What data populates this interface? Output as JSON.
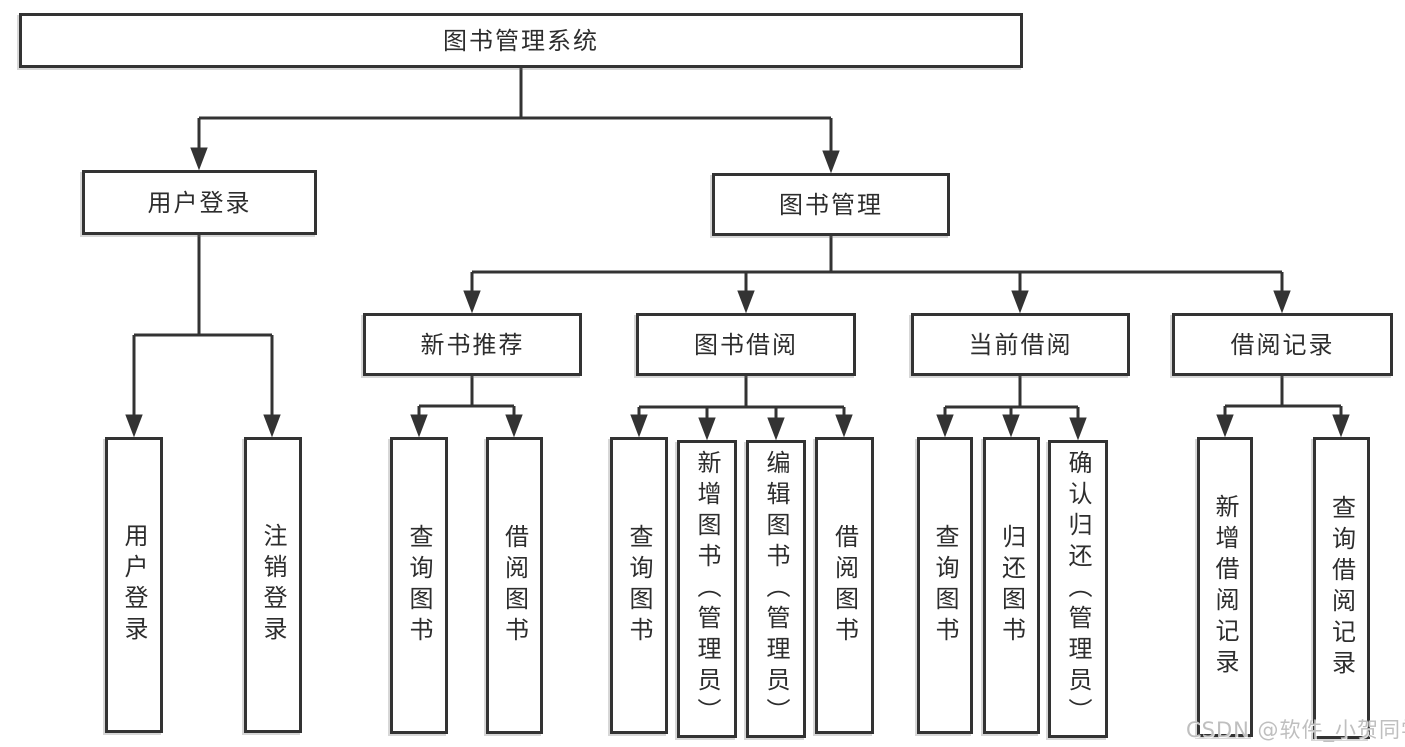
{
  "diagram": {
    "type": "hierarchy-tree",
    "title": "图书管理系统",
    "watermark": {
      "text": "CSDN @软件_小贺同学"
    },
    "colors": {
      "line": "#333333",
      "text": "#2d2d2d",
      "box_background": "#ffffff",
      "page_background": "#ffffff",
      "watermark": "#bfbfbf"
    }
  },
  "nodes": [
    {
      "id": "root",
      "label": "图书管理系统",
      "parent": null
    },
    {
      "id": "user-login",
      "label": "用户登录",
      "parent": "root"
    },
    {
      "id": "book-management",
      "label": "图书管理",
      "parent": "root"
    },
    {
      "id": "login-op",
      "label": "用户登录",
      "parent": "user-login"
    },
    {
      "id": "logout-op",
      "label": "注销登录",
      "parent": "user-login"
    },
    {
      "id": "new-book-recommend",
      "label": "新书推荐",
      "parent": "book-management"
    },
    {
      "id": "book-borrowing",
      "label": "图书借阅",
      "parent": "book-management"
    },
    {
      "id": "current-borrowing",
      "label": "当前借阅",
      "parent": "book-management"
    },
    {
      "id": "borrowing-records",
      "label": "借阅记录",
      "parent": "book-management"
    },
    {
      "id": "nr-query-book",
      "label": "查询图书",
      "parent": "new-book-recommend"
    },
    {
      "id": "nr-borrow-book",
      "label": "借阅图书",
      "parent": "new-book-recommend"
    },
    {
      "id": "bb-query-book",
      "label": "查询图书",
      "parent": "book-borrowing"
    },
    {
      "id": "bb-add-book",
      "label": "新增图书（管理员）",
      "parent": "book-borrowing"
    },
    {
      "id": "bb-edit-book",
      "label": "编辑图书（管理员）",
      "parent": "book-borrowing"
    },
    {
      "id": "bb-borrow-book",
      "label": "借阅图书",
      "parent": "book-borrowing"
    },
    {
      "id": "cb-query-book",
      "label": "查询图书",
      "parent": "current-borrowing"
    },
    {
      "id": "cb-return-book",
      "label": "归还图书",
      "parent": "current-borrowing"
    },
    {
      "id": "cb-confirm-return",
      "label": "确认归还（管理员）",
      "parent": "current-borrowing"
    },
    {
      "id": "br-add-record",
      "label": "新增借阅记录",
      "parent": "borrowing-records"
    },
    {
      "id": "br-query-record",
      "label": "查询借阅记录",
      "parent": "borrowing-records"
    }
  ]
}
